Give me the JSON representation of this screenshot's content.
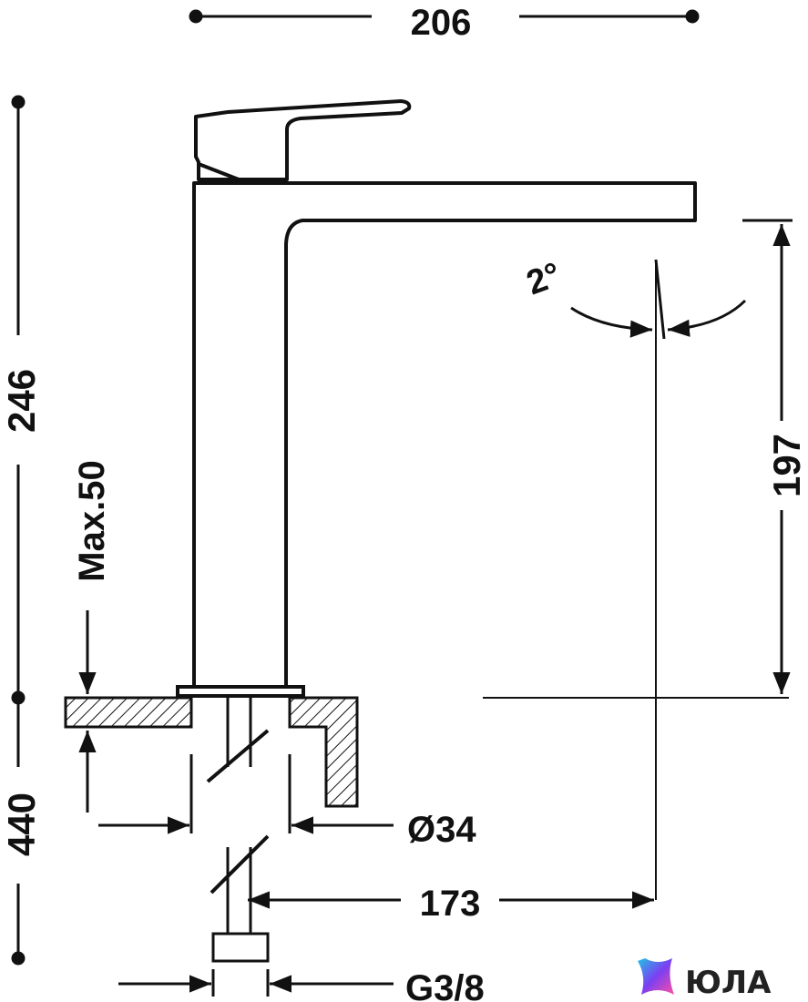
{
  "dimensions": {
    "width_total": "206",
    "height_total": "246",
    "spout_height": "197",
    "max_counter": "Max.50",
    "lower_length": "440",
    "base_diameter": "Ø34",
    "spout_reach": "173",
    "connection": "G3/8",
    "angle": "2°"
  },
  "watermark": {
    "brand": "ЮЛА"
  },
  "colors": {
    "line": "#111111",
    "logo_a": "#7b3ff2",
    "logo_b": "#22c3e6",
    "logo_c": "#ff4fa3"
  }
}
